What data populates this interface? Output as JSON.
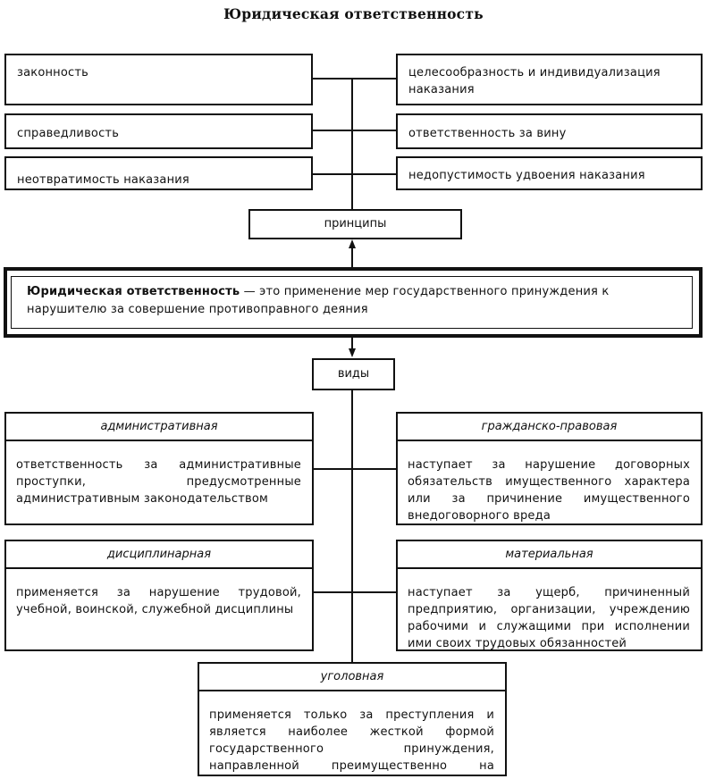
{
  "title": "Юридическая  ответственность",
  "principles_left": [
    "законность",
    "справедливость",
    "неотвратимость  наказания"
  ],
  "principles_right": [
    "целесообразность  и  индивидуализация наказания",
    "ответственность  за  вину",
    "недопустимость  удвоения  наказания"
  ],
  "principles_label": "принципы",
  "definition": {
    "term": "Юридическая ответственность",
    "text": " — это применение мер государственного принуждения к нарушителю за совершение противоправного деяния"
  },
  "types_label": "виды",
  "types": {
    "administrative": {
      "title": "административная",
      "description": "ответственность за административные проступки, предусмотренные административным законодательством"
    },
    "civil": {
      "title": "гражданско-правовая",
      "description": "наступает за нарушение договорных обязательств имущественного характера или за причинение имущественного внедоговорного вреда"
    },
    "disciplinary": {
      "title": "дисциплинарная",
      "description": "применяется за нарушение трудовой, учебной, воинской, служебной дисциплины"
    },
    "material": {
      "title": "материальная",
      "description": "наступает за ущерб, причиненный предприятию, организации, учреждению рабочими и служащими при исполнении ими своих трудовых обязанностей"
    },
    "criminal": {
      "title": "уголовная",
      "description": "применяется только за преступления и является наиболее жесткой формой государственного принуждения, направленной преимущественно на личность виновного"
    }
  }
}
